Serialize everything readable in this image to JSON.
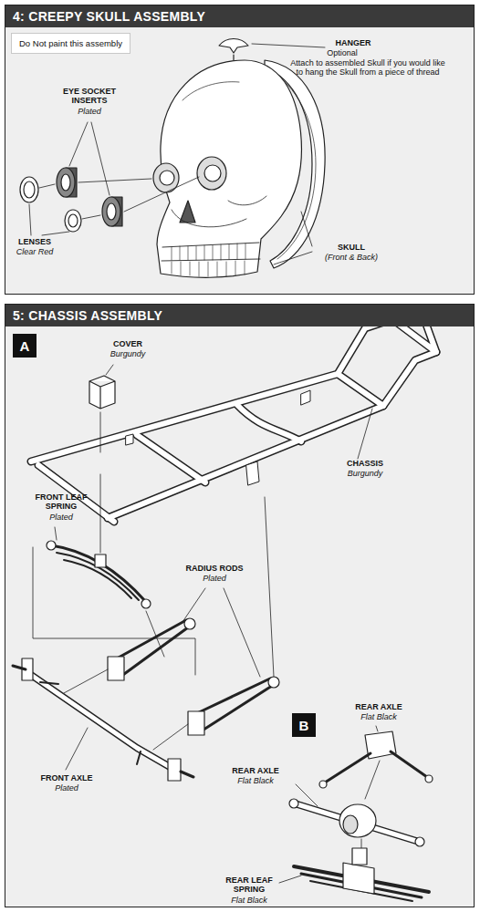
{
  "diagram": {
    "nodes": [
      {
        "text": [
          "4: CREEPY SKULL ASSEMBLY"
        ]
      },
      {
        "text": [
          "Do Not paint this assembly"
        ],
        "in": 0
      },
      {
        "text": [
          "5: CHASSIS ASSEMBLY"
        ]
      },
      {
        "text": [
          "A"
        ],
        "in": 2
      },
      {
        "text": [
          "B"
        ],
        "in": 2
      }
    ],
    "labels": [
      "HANGER",
      "Optional",
      "Attach to assembled Skull if you would like to hang the Skull from a piece of thread",
      "EYE SOCKET INSERTS",
      "Plated",
      "LENSES",
      "Clear Red",
      "SKULL",
      "(Front & Back)",
      "COVER",
      "Burgundy",
      "CHASSIS",
      "Burgundy",
      "FRONT LEAF SPRING",
      "Plated",
      "RADIUS RODS",
      "Plated",
      "FRONT AXLE",
      "Plated",
      "REAR AXLE",
      "Flat Black",
      "REAR AXLE",
      "Flat Black",
      "REAR LEAF SPRING",
      "Flat Black"
    ]
  }
}
